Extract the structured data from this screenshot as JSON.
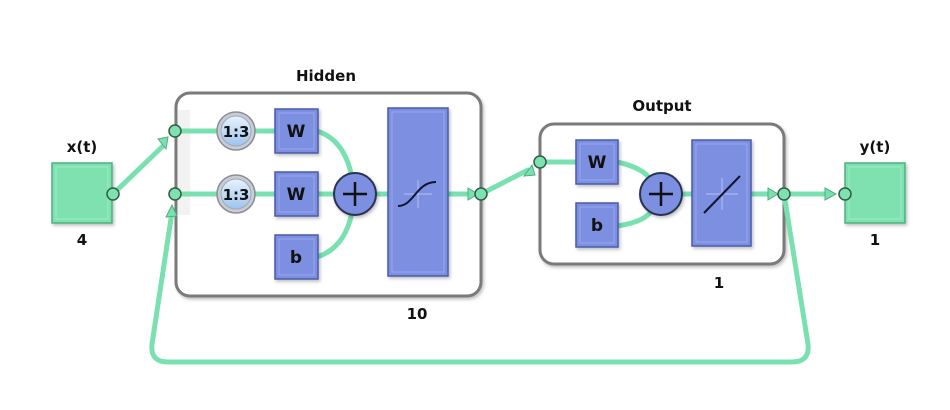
{
  "diagram": {
    "type": "neural-network-architecture",
    "input": {
      "label": "x(t)",
      "size": "4"
    },
    "output": {
      "label": "y(t)",
      "size": "1"
    },
    "hidden_layer": {
      "title": "Hidden",
      "size": "10",
      "delay_labels": [
        "1:3",
        "1:3"
      ],
      "weight_labels": [
        "W",
        "W"
      ],
      "bias_label": "b",
      "sum_symbol": "+",
      "transfer": "sigmoid-icon"
    },
    "output_layer": {
      "title": "Output",
      "size": "1",
      "weight_label": "W",
      "bias_label": "b",
      "sum_symbol": "+",
      "transfer": "linear-icon"
    },
    "feedback": "output fed back to hidden layer input"
  },
  "colors": {
    "io_fill": "#7fe0b0",
    "wire": "#79e0b0",
    "block_fill": "#7b8fe0",
    "layer_border": "#808080",
    "layer_bg": "#f2f2f2"
  }
}
